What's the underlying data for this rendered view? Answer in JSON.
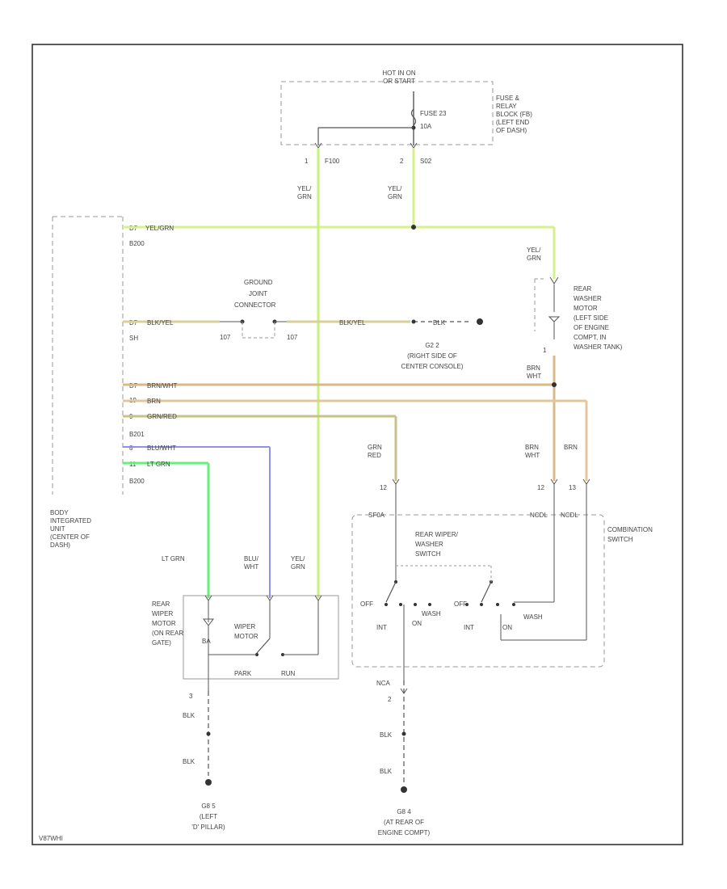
{
  "colors": {
    "yel_grn": "#d6f08a",
    "yel_grn_vertical": "#c9f07a",
    "blk_yel": "#d8cf9a",
    "brn_wht": "#d9b98a",
    "brn": "#e3c79a",
    "grn_red": "#c9c08a",
    "blu_wht": "#8f8ff0",
    "lt_grn": "#66f07a",
    "wire_black": "#555555",
    "frame": "#333333",
    "dashed": "#999999"
  },
  "fuse_block": {
    "hot": "HOT IN ON",
    "or": "OR START",
    "fuse": "FUSE 23",
    "amps": "10A",
    "label": [
      "FUSE &",
      "RELAY",
      "BLOCK (FB)",
      "(LEFT END",
      "OF DASH)"
    ],
    "pin1": "1",
    "pin1_conn": "F100",
    "pin2": "2",
    "pin2_conn": "S02"
  },
  "wire_labels": {
    "yel_grn": [
      "YEL/",
      "GRN"
    ],
    "yel_grn_h": "YEL/GRN",
    "blk_yel": "BLK/YEL",
    "blk": "BLK",
    "brn_wht": "BRN/WHT",
    "brn": "BRN",
    "grn_red": "GRN/RED",
    "blu_wht_h": "BLU/WHT",
    "lt_grn_h": "LT GRN",
    "brn_wht_v": [
      "BRN",
      "WHT"
    ],
    "grn_red_v": [
      "GRN",
      "RED"
    ],
    "lt_grn_v": "LT GRN",
    "blu_wht_v": [
      "BLU/",
      "WHT"
    ]
  },
  "biu": {
    "label": [
      "BODY",
      "INTEGRATED",
      "UNIT",
      "(CENTER OF",
      "DASH)"
    ],
    "pins": [
      "D7",
      "D7",
      "D7",
      "19",
      "9",
      "8",
      "11"
    ],
    "conns": [
      "B200",
      "SH",
      "B201",
      "B200"
    ]
  },
  "ground_joint": {
    "label": [
      "GROUND",
      "JOINT",
      "CONNECTOR"
    ],
    "pin_a": "107",
    "pin_b": "107"
  },
  "g2": {
    "name": "G2 2",
    "loc": [
      "(RIGHT SIDE OF",
      "CENTER CONSOLE)"
    ]
  },
  "washer": {
    "label": [
      "REAR",
      "WASHER",
      "MOTOR",
      "(LEFT SIDE",
      "OF ENGINE",
      "COMPT, IN",
      "WASHER TANK)"
    ],
    "pin": "1"
  },
  "combo": {
    "label": [
      "COMBINATION",
      "SWITCH"
    ],
    "pins": [
      "12",
      "12",
      "13"
    ],
    "conns": [
      "SF0A",
      "NCDL",
      "NCDL"
    ],
    "switch_label": [
      "REAR WIPER/",
      "WASHER",
      "SWITCH"
    ],
    "pos": [
      "OFF",
      "INT",
      "ON",
      "WASH",
      "OFF",
      "INT",
      "ON",
      "WASH"
    ]
  },
  "motor": {
    "label": [
      "REAR",
      "WIPER",
      "MOTOR",
      "(ON REAR",
      "GATE)"
    ],
    "inner": [
      "WIPER",
      "MOTOR"
    ],
    "park": "PARK",
    "run": "RUN",
    "bat": "BA",
    "pin": "3"
  },
  "ground_left": {
    "wire": "BLK",
    "name": "G8 5",
    "loc": [
      "(LEFT",
      "'D' PILLAR)"
    ]
  },
  "ground_right": {
    "conn": "NCA",
    "pin": "2",
    "wire": "BLK",
    "name": "G8 4",
    "loc": [
      "(AT REAR OF",
      "ENGINE COMPT)"
    ]
  },
  "footer_code": "V87WHI"
}
